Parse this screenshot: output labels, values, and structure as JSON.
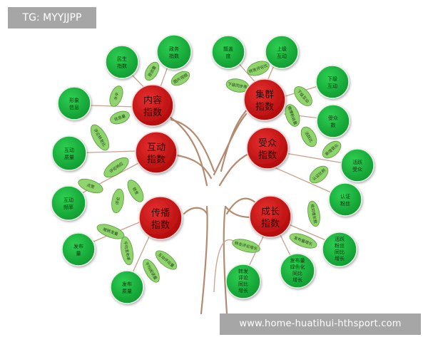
{
  "labels": {
    "tg": "TG: MYYJJPP",
    "url": "www.home-huatihui-hthsport.com"
  },
  "colors": {
    "trunk": "#b48a70",
    "branch": "#c7a28c",
    "red_node": "#c41212",
    "green_node": "#17b43c",
    "leaf": "#8fd46d",
    "leaf_edge": "#5a9a3c"
  },
  "main_nodes": [
    {
      "id": "content",
      "lines": [
        "内容",
        "指数"
      ]
    },
    {
      "id": "interaction",
      "lines": [
        "互动",
        "指数"
      ]
    },
    {
      "id": "spread",
      "lines": [
        "传播",
        "指数"
      ]
    },
    {
      "id": "cluster",
      "lines": [
        "集群",
        "指数"
      ]
    },
    {
      "id": "audience",
      "lines": [
        "受众",
        "指数"
      ]
    },
    {
      "id": "growth",
      "lines": [
        "成长",
        "指数"
      ]
    }
  ],
  "green_nodes": [
    {
      "id": "minsheng",
      "lines": [
        "民生",
        "指数"
      ]
    },
    {
      "id": "zhengwu",
      "lines": [
        "政务",
        "指数"
      ]
    },
    {
      "id": "xingxiang",
      "lines": [
        "形象",
        "信息"
      ]
    },
    {
      "id": "hudong-zhiliang",
      "lines": [
        "互动",
        "质量"
      ]
    },
    {
      "id": "hudong-pinlv",
      "lines": [
        "互动",
        "频率"
      ]
    },
    {
      "id": "fabuliang",
      "lines": [
        "发布",
        "量"
      ]
    },
    {
      "id": "fabu-zhiliang",
      "lines": [
        "发布",
        "质量"
      ]
    },
    {
      "id": "piaojuanzhi",
      "lines": [
        "瓢盖",
        "度"
      ]
    },
    {
      "id": "shangji",
      "lines": [
        "上级",
        "互动"
      ]
    },
    {
      "id": "xiaji",
      "lines": [
        "下级",
        "互动"
      ]
    },
    {
      "id": "shouzhongshu",
      "lines": [
        "受众",
        "数"
      ]
    },
    {
      "id": "huoyue-shouzhong",
      "lines": [
        "活跃",
        "受众"
      ]
    },
    {
      "id": "renzheng",
      "lines": [
        "认证",
        "粉丝"
      ]
    },
    {
      "id": "huoyue-fensi",
      "lines": [
        "活跃",
        "粉丝",
        "同比",
        "增长"
      ]
    },
    {
      "id": "zhuanfa",
      "lines": [
        "转发",
        "评论",
        "同比",
        "增长"
      ]
    },
    {
      "id": "fabu-tongbi",
      "lines": [
        "发布量",
        "绿色化",
        "同比",
        "增长"
      ]
    }
  ],
  "leaves": [
    {
      "id": "l-yuanchuang",
      "text": "原创量"
    },
    {
      "id": "l-tupian",
      "text": "图片视频"
    },
    {
      "id": "l-shuiping",
      "text": "水平"
    },
    {
      "id": "l-shuiping2",
      "text": "信息量"
    },
    {
      "id": "l-pinglun-zhuanfa",
      "text": "评论转发比"
    },
    {
      "id": "l-pinglun-xiangying",
      "text": "评论响应"
    },
    {
      "id": "l-zhuanfa1",
      "text": "点赞"
    },
    {
      "id": "l-pinglun",
      "text": "评论"
    },
    {
      "id": "l-zhuanfa2",
      "text": "转发"
    },
    {
      "id": "l-zhuanfa-liang",
      "text": "被转发量"
    },
    {
      "id": "l-fabu-pinlv",
      "text": "平均发布率"
    },
    {
      "id": "l-yuedu",
      "text": "平均阅读量"
    },
    {
      "id": "l-xinxi",
      "text": "互动评论量"
    },
    {
      "id": "l-zhuanfa-bi",
      "text": "转发评论比"
    },
    {
      "id": "l-xiaji-tongbu",
      "text": "下级同步率"
    },
    {
      "id": "l-xiaji",
      "text": "下级互动"
    },
    {
      "id": "l-weibo",
      "text": "微博粉丝量"
    },
    {
      "id": "l-yuedu2",
      "text": "活跃比"
    },
    {
      "id": "l-shouzhong-fengzhi",
      "text": "新增受众"
    },
    {
      "id": "l-renzheng-bi",
      "text": "认证比例"
    },
    {
      "id": "l-jueduizengzhang",
      "text": "绝对增长数"
    },
    {
      "id": "l-zhuanfa-zengzhang",
      "text": "转发评论增长"
    },
    {
      "id": "l-fabu-zengzhang",
      "text": "发布量增长"
    }
  ]
}
